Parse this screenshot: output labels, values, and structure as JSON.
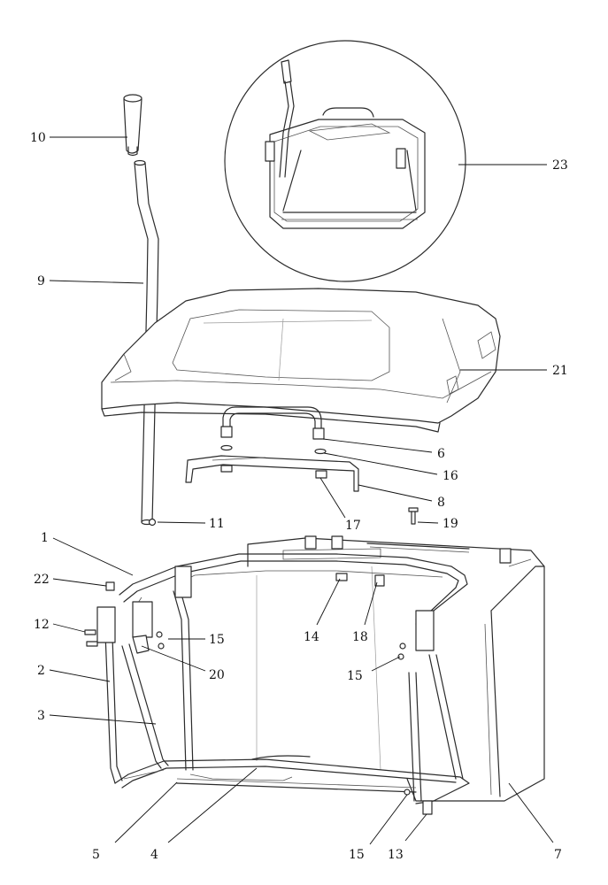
{
  "callouts": [
    {
      "id": "c1",
      "label": "1"
    },
    {
      "id": "c2",
      "label": "2"
    },
    {
      "id": "c3",
      "label": "3"
    },
    {
      "id": "c4",
      "label": "4"
    },
    {
      "id": "c5",
      "label": "5"
    },
    {
      "id": "c6",
      "label": "6"
    },
    {
      "id": "c7",
      "label": "7"
    },
    {
      "id": "c8",
      "label": "8"
    },
    {
      "id": "c9",
      "label": "9"
    },
    {
      "id": "c10",
      "label": "10"
    },
    {
      "id": "c11",
      "label": "11"
    },
    {
      "id": "c12",
      "label": "12"
    },
    {
      "id": "c13",
      "label": "13"
    },
    {
      "id": "c14",
      "label": "14"
    },
    {
      "id": "c15a",
      "label": "15"
    },
    {
      "id": "c15b",
      "label": "15"
    },
    {
      "id": "c15c",
      "label": "15"
    },
    {
      "id": "c16",
      "label": "16"
    },
    {
      "id": "c17",
      "label": "17"
    },
    {
      "id": "c18",
      "label": "18"
    },
    {
      "id": "c19",
      "label": "19"
    },
    {
      "id": "c20",
      "label": "20"
    },
    {
      "id": "c21",
      "label": "21"
    },
    {
      "id": "c22",
      "label": "22"
    },
    {
      "id": "c23",
      "label": "23"
    }
  ],
  "colors": {
    "line": "#2b2b2b",
    "text": "#111111",
    "background": "#ffffff"
  }
}
